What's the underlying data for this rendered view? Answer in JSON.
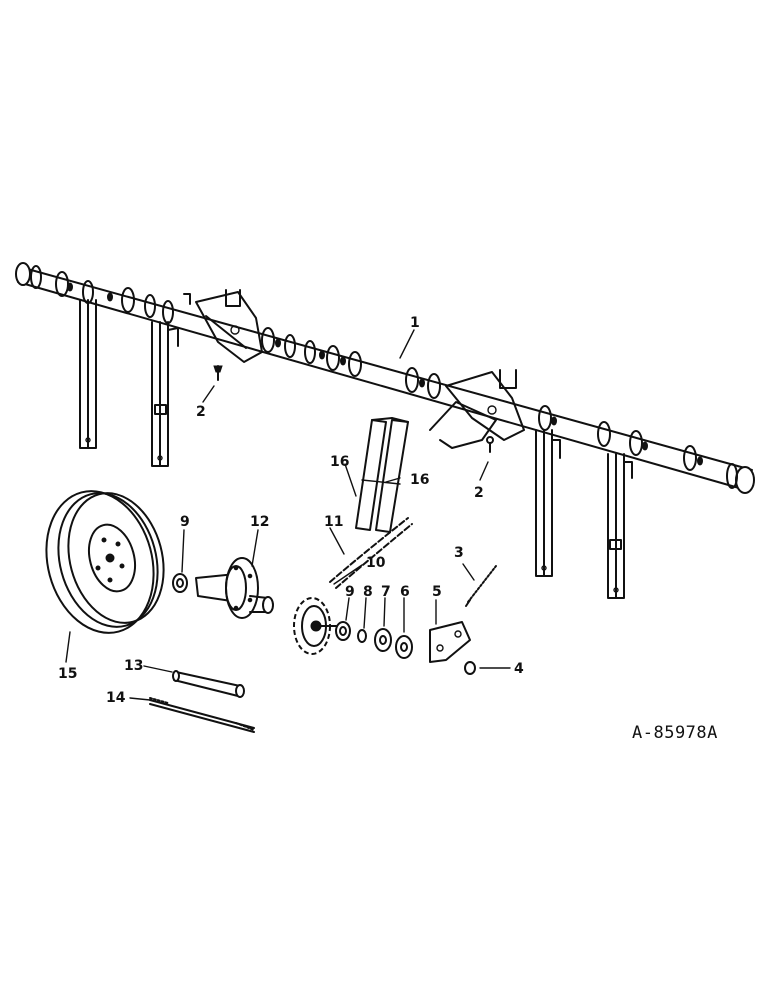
{
  "diagram": {
    "reference_code": "A-85978A",
    "callouts": [
      {
        "id": "callout-1",
        "label": "1"
      },
      {
        "id": "callout-2-left",
        "label": "2"
      },
      {
        "id": "callout-2-right",
        "label": "2"
      },
      {
        "id": "callout-3",
        "label": "3"
      },
      {
        "id": "callout-4",
        "label": "4"
      },
      {
        "id": "callout-5",
        "label": "5"
      },
      {
        "id": "callout-6",
        "label": "6"
      },
      {
        "id": "callout-7",
        "label": "7"
      },
      {
        "id": "callout-8",
        "label": "8"
      },
      {
        "id": "callout-9-top",
        "label": "9"
      },
      {
        "id": "callout-9-lower",
        "label": "9"
      },
      {
        "id": "callout-10",
        "label": "10"
      },
      {
        "id": "callout-11",
        "label": "11"
      },
      {
        "id": "callout-12",
        "label": "12"
      },
      {
        "id": "callout-13",
        "label": "13"
      },
      {
        "id": "callout-14",
        "label": "14"
      },
      {
        "id": "callout-15",
        "label": "15"
      },
      {
        "id": "callout-16-left",
        "label": "16"
      },
      {
        "id": "callout-16-right",
        "label": "16"
      }
    ]
  }
}
